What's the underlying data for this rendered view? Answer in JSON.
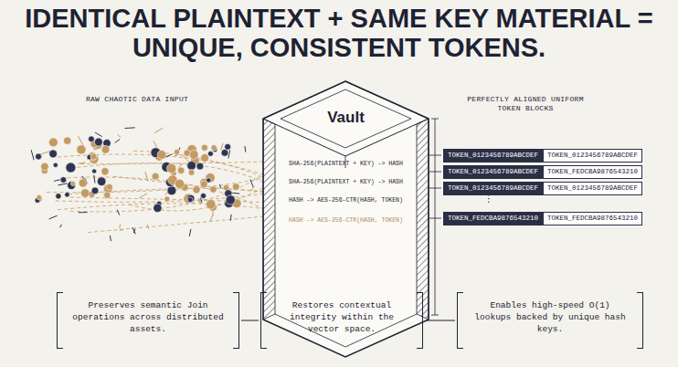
{
  "diagram": {
    "title": "IDENTICAL PLAINTEXT + SAME KEY MATERIAL = UNIQUE, CONSISTENT TOKENS.",
    "nodes": [
      {
        "text": [
          "Vault",
          "SHA-256(PLAINTEXT + KEY) -> HASH",
          "SHA-256(PLAINTEXT + KEY) -> HASH",
          "HASH -> AES-256-CTR(HASH, TOKEN)",
          "HASH -> AES-256-CTR(HASH, TOKEN)"
        ]
      },
      {
        "text": [
          "TOKEN_0123456789ABCDEF"
        ]
      },
      {
        "text": [
          "TOKEN_0123456789ABCDEF"
        ]
      },
      {
        "text": [
          "TOKEN_0123456789ABCDEF"
        ]
      },
      {
        "text": [
          "TOKEN_FEDCBA9876543210"
        ]
      },
      {
        "text": [
          "TOKEN_0123456789ABCDEF"
        ]
      },
      {
        "text": [
          "TOKEN_0123456789ABCDEF"
        ]
      },
      {
        "text": [
          "TOKEN_FEDCBA9876543210"
        ]
      },
      {
        "text": [
          "TOKEN_FEDCBA9876543210"
        ]
      },
      {
        "text": [
          "Preserves semantic Join operations across distributed assets."
        ]
      },
      {
        "text": [
          "Restores contextual integrity within the vector space."
        ]
      },
      {
        "text": [
          "Enables high-speed O(1) lookups backed by unique hash keys."
        ]
      }
    ],
    "edges": [
      {
        "from": 9,
        "to": 10,
        "arrow": "none"
      },
      {
        "from": 10,
        "to": 11,
        "arrow": "none"
      }
    ],
    "labels": [
      "RAW CHAOTIC DATA INPUT",
      "PERFECTLY ALIGNED UNIFORM TOKEN BLOCKS",
      "⋮"
    ]
  }
}
